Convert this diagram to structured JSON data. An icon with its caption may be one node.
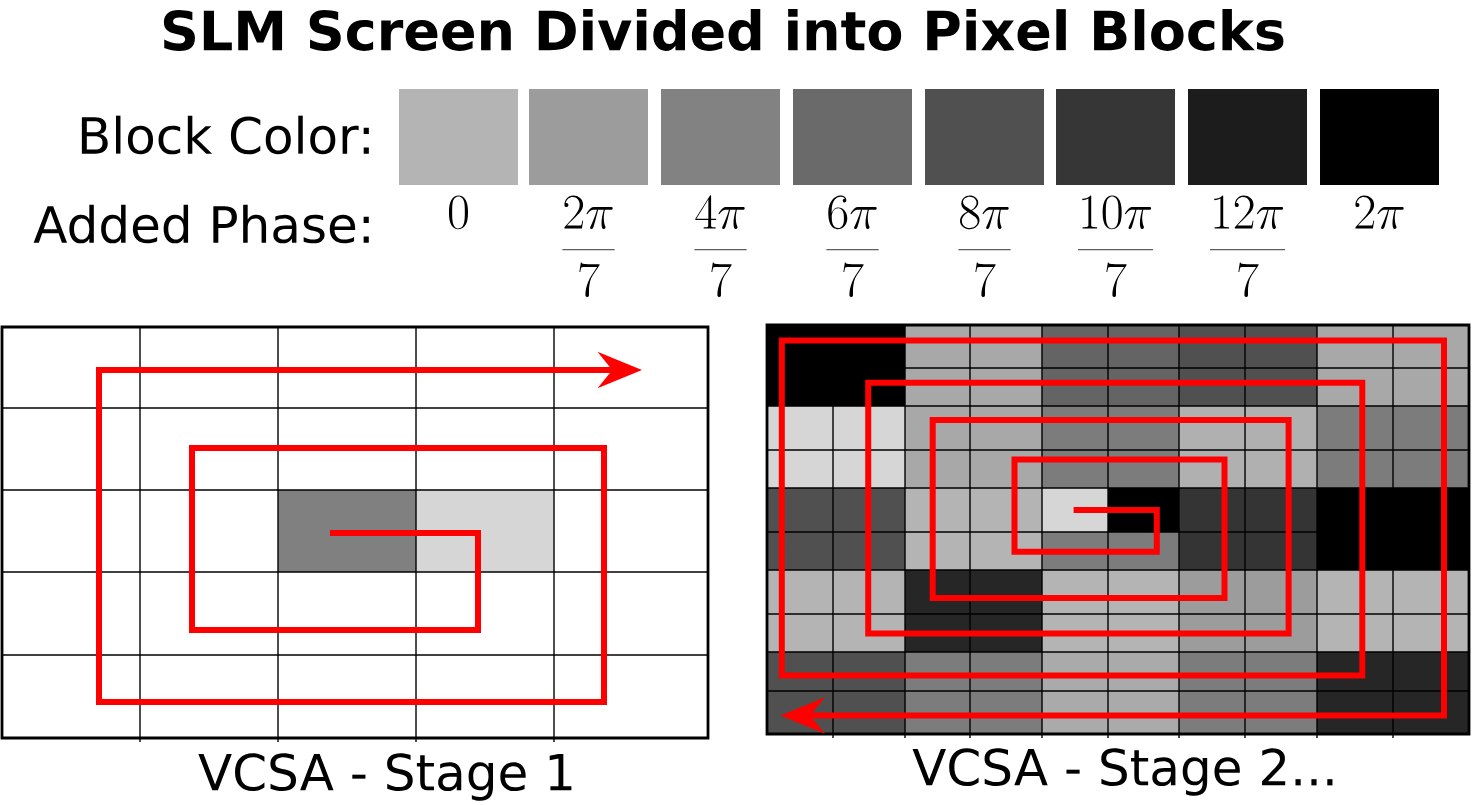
{
  "diagram": {
    "title": "SLM Screen Divided into Pixel Blocks",
    "labels": [
      "Block Color:",
      "Added Phase:",
      "VCSA - Stage 1",
      "VCSA - Stage 2..."
    ],
    "legend": [
      {
        "text": "0",
        "color": "#b4b4b4"
      },
      {
        "text": "\\frac{2\\pi}{7}",
        "color": "#9c9c9c"
      },
      {
        "text": "\\frac{4\\pi}{7}",
        "color": "#828282"
      },
      {
        "text": "\\frac{6\\pi}{7}",
        "color": "#6a6a6a"
      },
      {
        "text": "\\frac{8\\pi}{7}",
        "color": "#505050"
      },
      {
        "text": "\\frac{10\\pi}{7}",
        "color": "#363636"
      },
      {
        "text": "\\frac{12\\pi}{7}",
        "color": "#1c1c1c"
      },
      {
        "text": "2\\pi",
        "color": "#000000"
      }
    ]
  }
}
